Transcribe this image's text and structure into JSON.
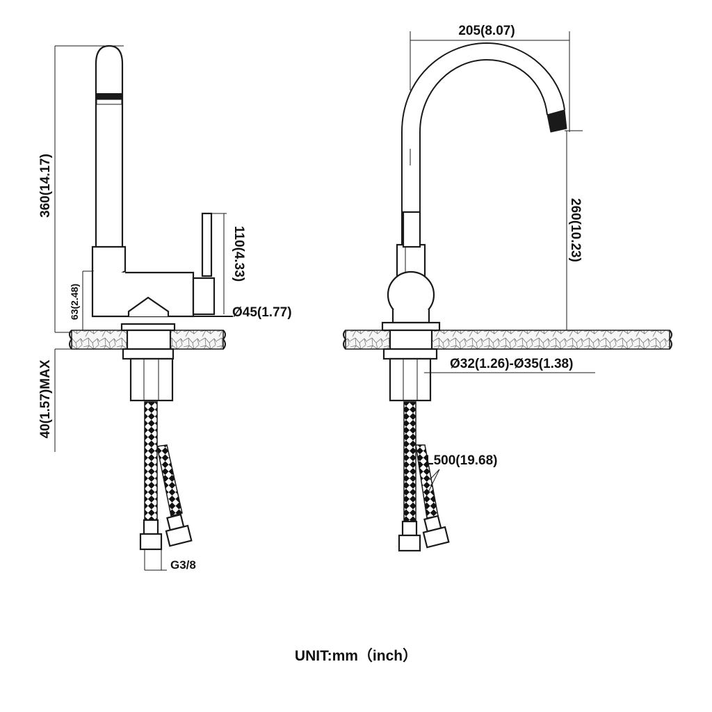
{
  "side_view": {
    "overall_height": "360(14.17)",
    "body_height": "63(2.48)",
    "handle_height": "110(4.33)",
    "base_diameter": "Ø45(1.77)",
    "max_thickness": "40(1.57)MAX",
    "connector": "G3/8"
  },
  "front_view": {
    "reach": "205(8.07)",
    "spout_height": "260(10.23)",
    "hole_diameter": "Ø32(1.26)-Ø35(1.38)",
    "hose_length": "L500(19.68)"
  },
  "footer": {
    "unit_label": "UNIT:mm（inch）"
  },
  "colors": {
    "line": "#1a1a1a",
    "background": "#ffffff",
    "counter_fill": "#f4f4f4"
  }
}
